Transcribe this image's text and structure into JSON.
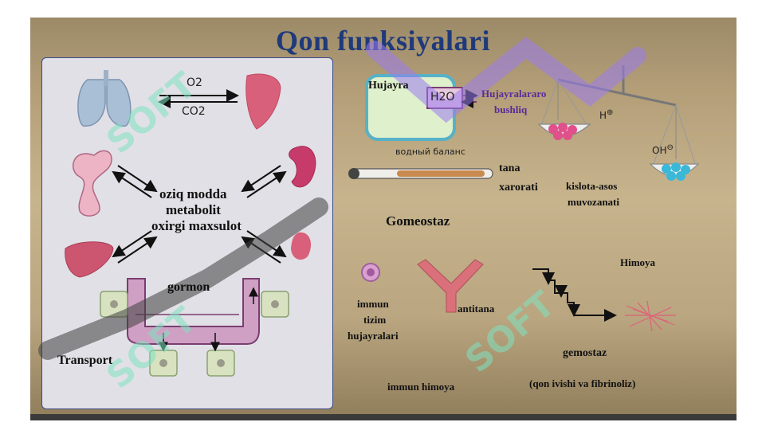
{
  "title": "Qon funksiyalari",
  "transport": {
    "o2": "O2",
    "co2": "CO2",
    "center_lines": [
      "oziq modda",
      "metabolit",
      "oxirgi maxsulot"
    ],
    "gormon": "gormon",
    "label": "Transport"
  },
  "homeostasis": {
    "cell": "Hujayra",
    "water": "H2O",
    "interstitial_1": "Hujayralararo",
    "interstitial_2": "bushliq",
    "water_balance": "водный баланс",
    "temp_1": "tana",
    "temp_2": "xarorati",
    "acid_1": "kislota-asos",
    "acid_2": "muvozanati",
    "h_ion": "H",
    "oh_ion": "OH",
    "label": "Gomeostaz"
  },
  "protection": {
    "immune_cells": [
      "immun",
      "tizim",
      "hujayralari"
    ],
    "antibody": "antitana",
    "immune_protection": "immun himoya",
    "himoya": "Himoya",
    "hemostasis": "gemostaz",
    "hemostasis_sub": "(qon ivishi va fibrinoliz)"
  },
  "colors": {
    "title": "#1f3a7a",
    "organ_pink": "#d9607a",
    "lung": "#a9bfd6",
    "watermark_green": "#7fe3c0",
    "watermark_violet": "#9b7cf0",
    "watermark_dark": "#404040"
  }
}
